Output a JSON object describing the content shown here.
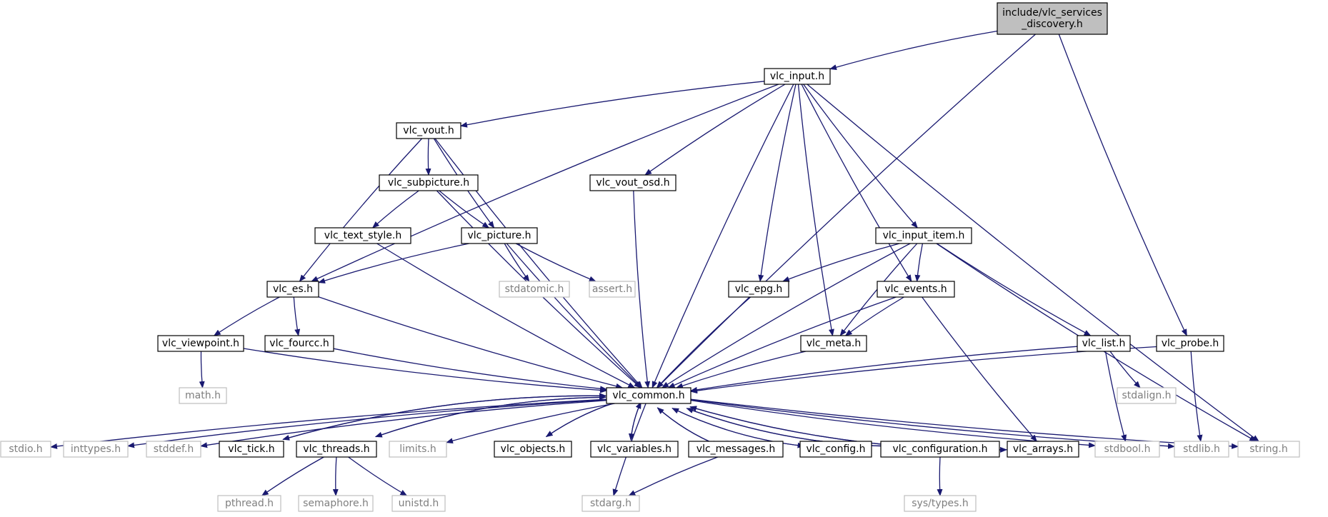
{
  "colors": {
    "edge": "#191970",
    "box_border": "#000000",
    "system_border": "#bfbfbf",
    "text": "#000000",
    "system_text": "#7f7f7f",
    "root_fill": "#bfbfbf",
    "box_fill": "#ffffff"
  },
  "nodes": [
    {
      "id": "root",
      "lines": [
        "include/vlc_services",
        "_discovery.h"
      ],
      "kind": "root"
    },
    {
      "id": "vlc_input",
      "lines": [
        "vlc_input.h"
      ],
      "kind": "local"
    },
    {
      "id": "vlc_vout",
      "lines": [
        "vlc_vout.h"
      ],
      "kind": "local"
    },
    {
      "id": "vlc_subpicture",
      "lines": [
        "vlc_subpicture.h"
      ],
      "kind": "local"
    },
    {
      "id": "vlc_vout_osd",
      "lines": [
        "vlc_vout_osd.h"
      ],
      "kind": "local"
    },
    {
      "id": "vlc_text_style",
      "lines": [
        "vlc_text_style.h"
      ],
      "kind": "local"
    },
    {
      "id": "vlc_picture",
      "lines": [
        "vlc_picture.h"
      ],
      "kind": "local"
    },
    {
      "id": "vlc_input_item",
      "lines": [
        "vlc_input_item.h"
      ],
      "kind": "local"
    },
    {
      "id": "vlc_es",
      "lines": [
        "vlc_es.h"
      ],
      "kind": "local"
    },
    {
      "id": "stdatomic",
      "lines": [
        "stdatomic.h"
      ],
      "kind": "system"
    },
    {
      "id": "assert",
      "lines": [
        "assert.h"
      ],
      "kind": "system"
    },
    {
      "id": "vlc_epg",
      "lines": [
        "vlc_epg.h"
      ],
      "kind": "local"
    },
    {
      "id": "vlc_events",
      "lines": [
        "vlc_events.h"
      ],
      "kind": "local"
    },
    {
      "id": "vlc_viewpoint",
      "lines": [
        "vlc_viewpoint.h"
      ],
      "kind": "local"
    },
    {
      "id": "vlc_fourcc",
      "lines": [
        "vlc_fourcc.h"
      ],
      "kind": "local"
    },
    {
      "id": "vlc_meta",
      "lines": [
        "vlc_meta.h"
      ],
      "kind": "local"
    },
    {
      "id": "vlc_list",
      "lines": [
        "vlc_list.h"
      ],
      "kind": "local"
    },
    {
      "id": "vlc_probe",
      "lines": [
        "vlc_probe.h"
      ],
      "kind": "local"
    },
    {
      "id": "math",
      "lines": [
        "math.h"
      ],
      "kind": "system"
    },
    {
      "id": "vlc_common",
      "lines": [
        "vlc_common.h"
      ],
      "kind": "local"
    },
    {
      "id": "stdalign",
      "lines": [
        "stdalign.h"
      ],
      "kind": "system"
    },
    {
      "id": "stdio",
      "lines": [
        "stdio.h"
      ],
      "kind": "system"
    },
    {
      "id": "inttypes",
      "lines": [
        "inttypes.h"
      ],
      "kind": "system"
    },
    {
      "id": "stddef",
      "lines": [
        "stddef.h"
      ],
      "kind": "system"
    },
    {
      "id": "vlc_tick",
      "lines": [
        "vlc_tick.h"
      ],
      "kind": "local"
    },
    {
      "id": "vlc_threads",
      "lines": [
        "vlc_threads.h"
      ],
      "kind": "local"
    },
    {
      "id": "limits",
      "lines": [
        "limits.h"
      ],
      "kind": "system"
    },
    {
      "id": "vlc_objects",
      "lines": [
        "vlc_objects.h"
      ],
      "kind": "local"
    },
    {
      "id": "vlc_variables",
      "lines": [
        "vlc_variables.h"
      ],
      "kind": "local"
    },
    {
      "id": "vlc_messages",
      "lines": [
        "vlc_messages.h"
      ],
      "kind": "local"
    },
    {
      "id": "vlc_config",
      "lines": [
        "vlc_config.h"
      ],
      "kind": "local"
    },
    {
      "id": "vlc_configuration",
      "lines": [
        "vlc_configuration.h"
      ],
      "kind": "local"
    },
    {
      "id": "vlc_arrays",
      "lines": [
        "vlc_arrays.h"
      ],
      "kind": "local"
    },
    {
      "id": "stdbool",
      "lines": [
        "stdbool.h"
      ],
      "kind": "system"
    },
    {
      "id": "stdlib",
      "lines": [
        "stdlib.h"
      ],
      "kind": "system"
    },
    {
      "id": "string",
      "lines": [
        "string.h"
      ],
      "kind": "system"
    },
    {
      "id": "pthread",
      "lines": [
        "pthread.h"
      ],
      "kind": "system"
    },
    {
      "id": "semaphore",
      "lines": [
        "semaphore.h"
      ],
      "kind": "system"
    },
    {
      "id": "unistd",
      "lines": [
        "unistd.h"
      ],
      "kind": "system"
    },
    {
      "id": "stdarg",
      "lines": [
        "stdarg.h"
      ],
      "kind": "system"
    },
    {
      "id": "sys_types",
      "lines": [
        "sys/types.h"
      ],
      "kind": "system"
    }
  ],
  "edges": [
    [
      "root",
      "vlc_input"
    ],
    [
      "root",
      "vlc_common"
    ],
    [
      "root",
      "vlc_probe"
    ],
    [
      "vlc_input",
      "vlc_vout"
    ],
    [
      "vlc_input",
      "vlc_es"
    ],
    [
      "vlc_input",
      "vlc_vout_osd"
    ],
    [
      "vlc_input",
      "vlc_common"
    ],
    [
      "vlc_input",
      "vlc_epg"
    ],
    [
      "vlc_input",
      "vlc_meta"
    ],
    [
      "vlc_input",
      "vlc_events"
    ],
    [
      "vlc_input",
      "vlc_input_item"
    ],
    [
      "vlc_input",
      "string"
    ],
    [
      "vlc_vout",
      "vlc_subpicture"
    ],
    [
      "vlc_vout",
      "vlc_picture"
    ],
    [
      "vlc_vout",
      "vlc_es"
    ],
    [
      "vlc_vout",
      "vlc_common"
    ],
    [
      "vlc_subpicture",
      "vlc_text_style"
    ],
    [
      "vlc_subpicture",
      "vlc_picture"
    ],
    [
      "vlc_subpicture",
      "vlc_common"
    ],
    [
      "vlc_vout_osd",
      "vlc_common"
    ],
    [
      "vlc_text_style",
      "vlc_common"
    ],
    [
      "vlc_picture",
      "vlc_es"
    ],
    [
      "vlc_picture",
      "stdatomic"
    ],
    [
      "vlc_picture",
      "assert"
    ],
    [
      "vlc_picture",
      "vlc_common"
    ],
    [
      "vlc_input_item",
      "vlc_epg"
    ],
    [
      "vlc_input_item",
      "vlc_events"
    ],
    [
      "vlc_input_item",
      "vlc_meta"
    ],
    [
      "vlc_input_item",
      "vlc_list"
    ],
    [
      "vlc_input_item",
      "vlc_common"
    ],
    [
      "vlc_input_item",
      "string"
    ],
    [
      "vlc_es",
      "vlc_viewpoint"
    ],
    [
      "vlc_es",
      "vlc_fourcc"
    ],
    [
      "vlc_es",
      "vlc_common"
    ],
    [
      "vlc_epg",
      "vlc_common"
    ],
    [
      "vlc_events",
      "vlc_meta"
    ],
    [
      "vlc_events",
      "vlc_common"
    ],
    [
      "vlc_events",
      "vlc_arrays"
    ],
    [
      "vlc_viewpoint",
      "math"
    ],
    [
      "vlc_viewpoint",
      "vlc_common"
    ],
    [
      "vlc_fourcc",
      "vlc_common"
    ],
    [
      "vlc_meta",
      "vlc_common"
    ],
    [
      "vlc_list",
      "stdalign"
    ],
    [
      "vlc_list",
      "stdbool"
    ],
    [
      "vlc_list",
      "vlc_common"
    ],
    [
      "vlc_probe",
      "vlc_common"
    ],
    [
      "vlc_probe",
      "stdlib"
    ],
    [
      "vlc_common",
      "stdio"
    ],
    [
      "vlc_common",
      "inttypes"
    ],
    [
      "vlc_common",
      "stddef"
    ],
    [
      "vlc_common",
      "vlc_tick"
    ],
    [
      "vlc_common",
      "vlc_threads"
    ],
    [
      "vlc_common",
      "limits"
    ],
    [
      "vlc_common",
      "vlc_objects"
    ],
    [
      "vlc_common",
      "vlc_variables"
    ],
    [
      "vlc_common",
      "vlc_messages"
    ],
    [
      "vlc_common",
      "vlc_config"
    ],
    [
      "vlc_common",
      "vlc_configuration"
    ],
    [
      "vlc_common",
      "vlc_arrays"
    ],
    [
      "vlc_common",
      "stdbool"
    ],
    [
      "vlc_common",
      "stdlib"
    ],
    [
      "vlc_common",
      "string"
    ],
    [
      "vlc_common",
      "stdarg"
    ],
    [
      "vlc_tick",
      "vlc_common"
    ],
    [
      "vlc_threads",
      "vlc_common"
    ],
    [
      "vlc_objects",
      "vlc_common"
    ],
    [
      "vlc_variables",
      "vlc_common"
    ],
    [
      "vlc_messages",
      "vlc_common"
    ],
    [
      "vlc_config",
      "vlc_common"
    ],
    [
      "vlc_configuration",
      "vlc_common"
    ],
    [
      "vlc_arrays",
      "vlc_common"
    ],
    [
      "vlc_threads",
      "pthread"
    ],
    [
      "vlc_threads",
      "semaphore"
    ],
    [
      "vlc_threads",
      "unistd"
    ],
    [
      "vlc_messages",
      "stdarg"
    ],
    [
      "vlc_configuration",
      "sys_types"
    ]
  ]
}
